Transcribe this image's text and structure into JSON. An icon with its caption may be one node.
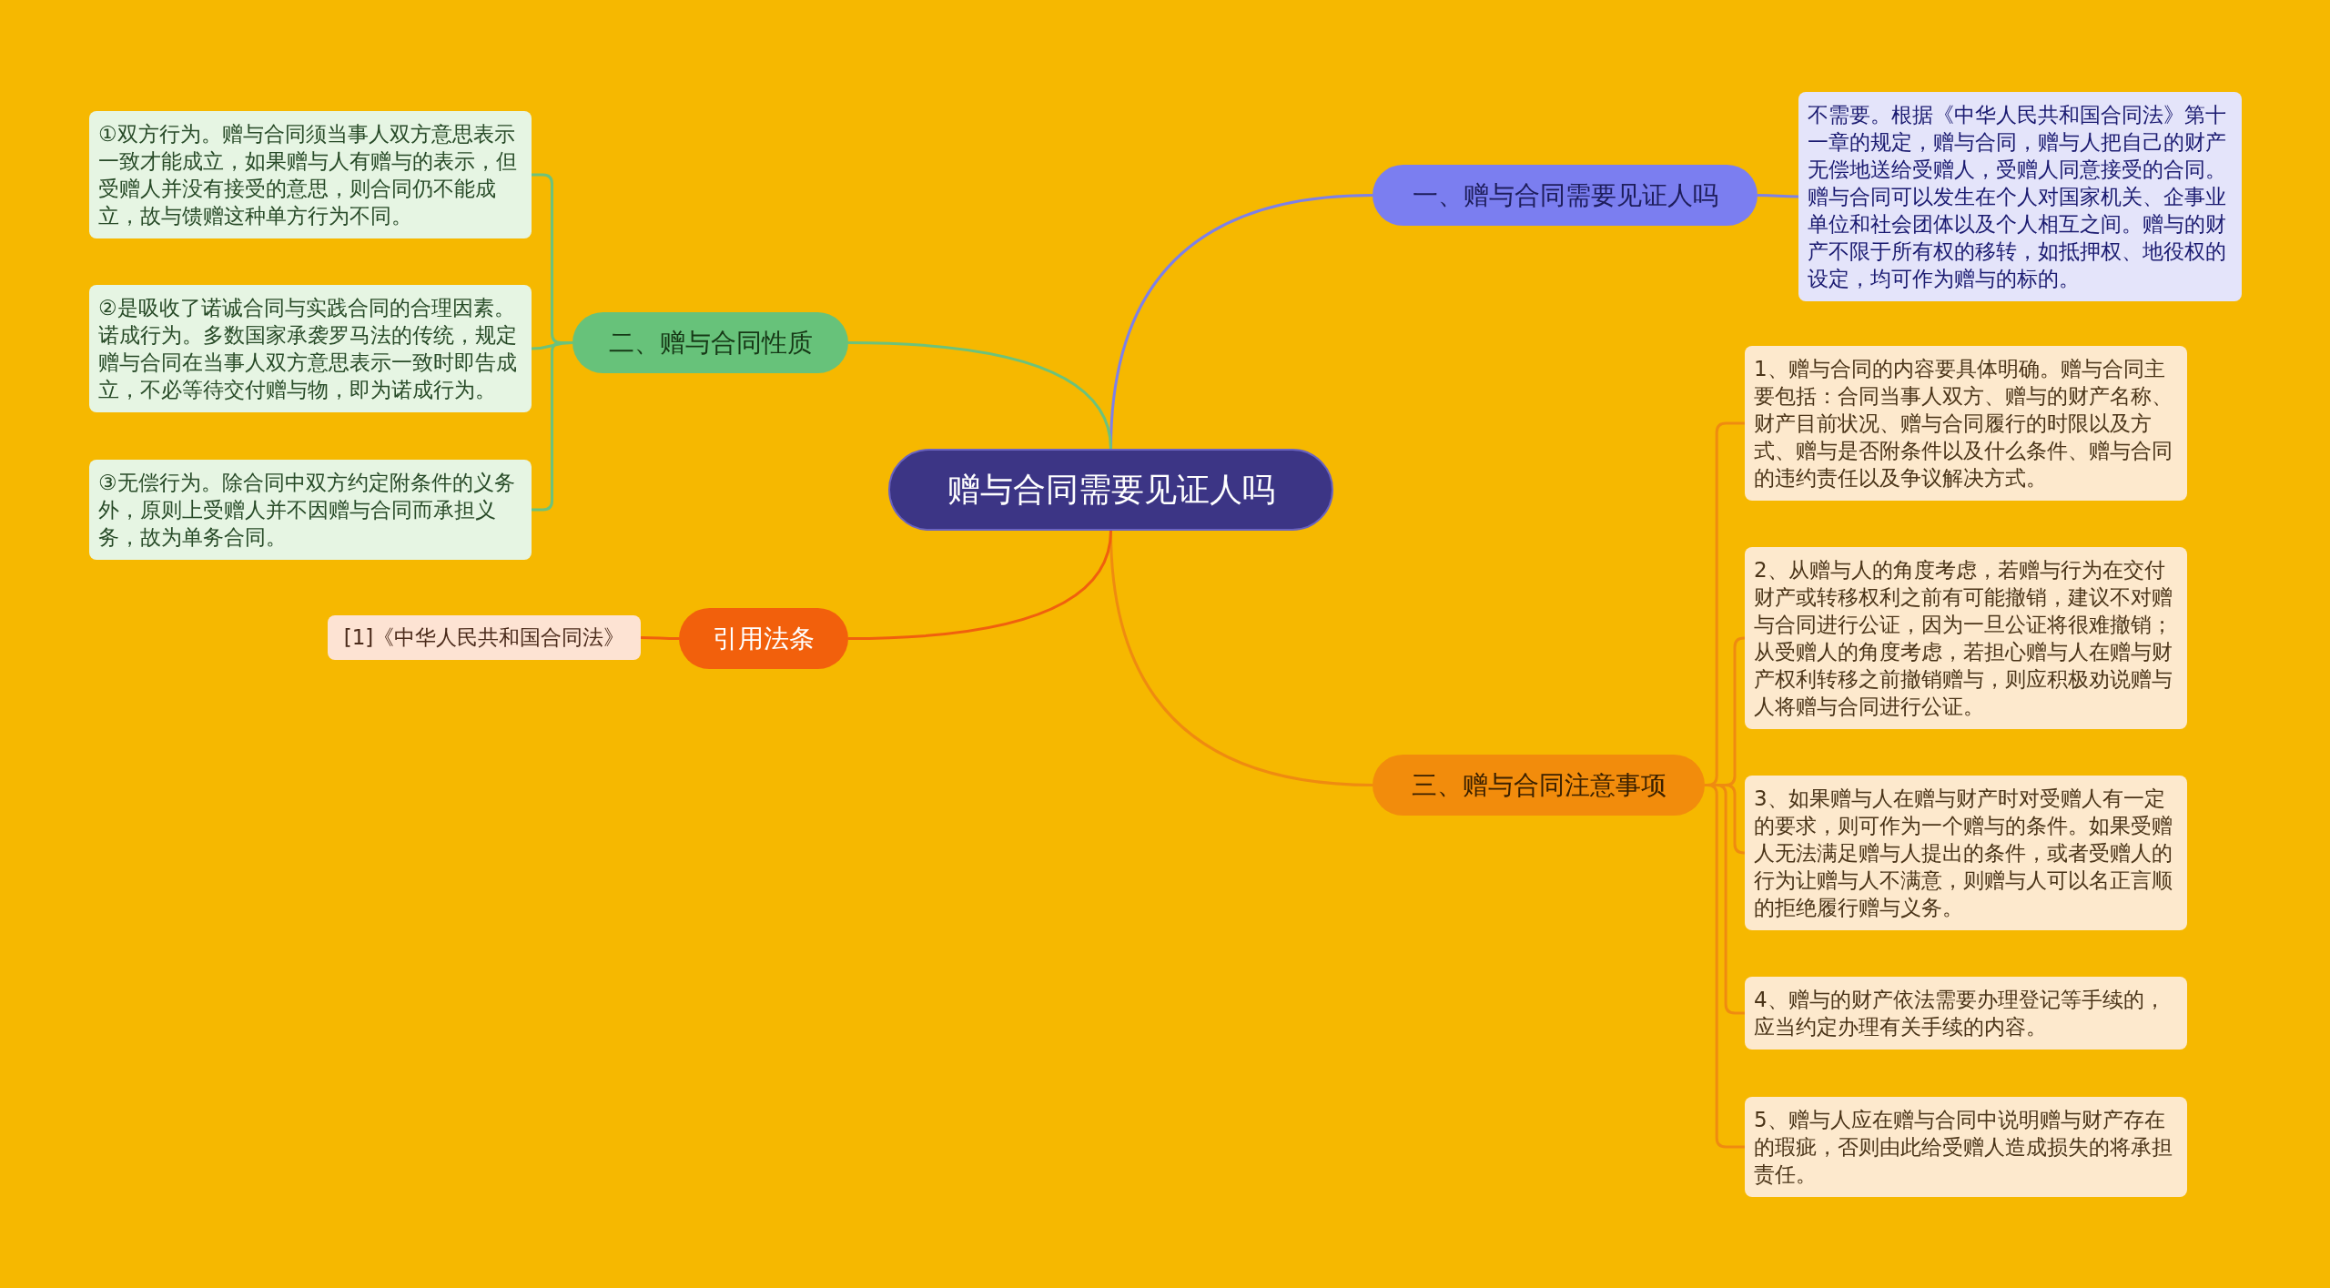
{
  "diagram": {
    "nodes": [
      {
        "text": [
          "赠与合同需要见证人吗"
        ]
      },
      {
        "text": [
          "一、赠与合同需要见证人吗"
        ]
      },
      {
        "text": [
          "不需要。根据《中华人民共和国合同法》第十一章的规定，赠与合同，赠与人把自己的财产无偿地送给受赠人，受赠人同意接受的合同。赠与合同可以发生在个人对国家机关、企事业单位和社会团体以及个人相互之间。赠与的财产不限于所有权的移转，如抵押权、地役权的设定，均可作为赠与的标的。"
        ]
      },
      {
        "text": [
          "二、赠与合同性质"
        ]
      },
      {
        "text": [
          "①双方行为。赠与合同须当事人双方意思表示一致才能成立，如果赠与人有赠与的表示，但受赠人并没有接受的意思，则合同仍不能成立，故与馈赠这种单方行为不同。"
        ]
      },
      {
        "text": [
          "②是吸收了诺诚合同与实践合同的合理因素。诺成行为。多数国家承袭罗马法的传统，规定赠与合同在当事人双方意思表示一致时即告成立，不必等待交付赠与物，即为诺成行为。"
        ]
      },
      {
        "text": [
          "③无偿行为。除合同中双方约定附条件的义务外，原则上受赠人并不因赠与合同而承担义务，故为单务合同。"
        ]
      },
      {
        "text": [
          "三、赠与合同注意事项"
        ]
      },
      {
        "text": [
          "1、赠与合同的内容要具体明确。赠与合同主要包括：合同当事人双方、赠与的财产名称、财产目前状况、赠与合同履行的时限以及方式、赠与是否附条件以及什么条件、赠与合同的违约责任以及争议解决方式。"
        ]
      },
      {
        "text": [
          "2、从赠与人的角度考虑，若赠与行为在交付财产或转移权利之前有可能撤销，建议不对赠与合同进行公证，因为一旦公证将很难撤销；从受赠人的角度考虑，若担心赠与人在赠与财产权利转移之前撤销赠与，则应积极劝说赠与人将赠与合同进行公证。"
        ]
      },
      {
        "text": [
          "3、如果赠与人在赠与财产时对受赠人有一定的要求，则可作为一个赠与的条件。如果受赠人无法满足赠与人提出的条件，或者受赠人的行为让赠与人不满意，则赠与人可以名正言顺的拒绝履行赠与义务。"
        ]
      },
      {
        "text": [
          "4、赠与的财产依法需要办理登记等手续的，应当约定办理有关手续的内容。"
        ]
      },
      {
        "text": [
          "5、赠与人应在赠与合同中说明赠与财产存在的瑕疵，否则由此给受赠人造成损失的将承担责任。"
        ]
      },
      {
        "text": [
          "引用法条"
        ]
      },
      {
        "text": [
          "[1]《中华人民共和国合同法》"
        ]
      }
    ],
    "edges": [
      {
        "from": 0,
        "to": 1,
        "arrow": "none",
        "color": "#7d80e8"
      },
      {
        "from": 1,
        "to": 2,
        "arrow": "none",
        "color": "#7d80e8"
      },
      {
        "from": 0,
        "to": 3,
        "arrow": "none",
        "color": "#6cc27c"
      },
      {
        "from": 3,
        "to": 4,
        "arrow": "none",
        "color": "#6cc27c"
      },
      {
        "from": 3,
        "to": 5,
        "arrow": "none",
        "color": "#6cc27c"
      },
      {
        "from": 3,
        "to": 6,
        "arrow": "none",
        "color": "#6cc27c"
      },
      {
        "from": 0,
        "to": 7,
        "arrow": "none"
      },
      {
        "from": 7,
        "to": 8,
        "arrow": "none"
      },
      {
        "from": 7,
        "to": 9,
        "arrow": "none"
      },
      {
        "from": 7,
        "to": 10,
        "arrow": "none"
      },
      {
        "from": 7,
        "to": 11,
        "arrow": "none"
      },
      {
        "from": 7,
        "to": 12,
        "arrow": "none"
      },
      {
        "from": 0,
        "to": 13,
        "arrow": "none",
        "color": "#f0600e"
      },
      {
        "from": 13,
        "to": 14,
        "arrow": "none",
        "color": "#f0600e"
      }
    ]
  }
}
